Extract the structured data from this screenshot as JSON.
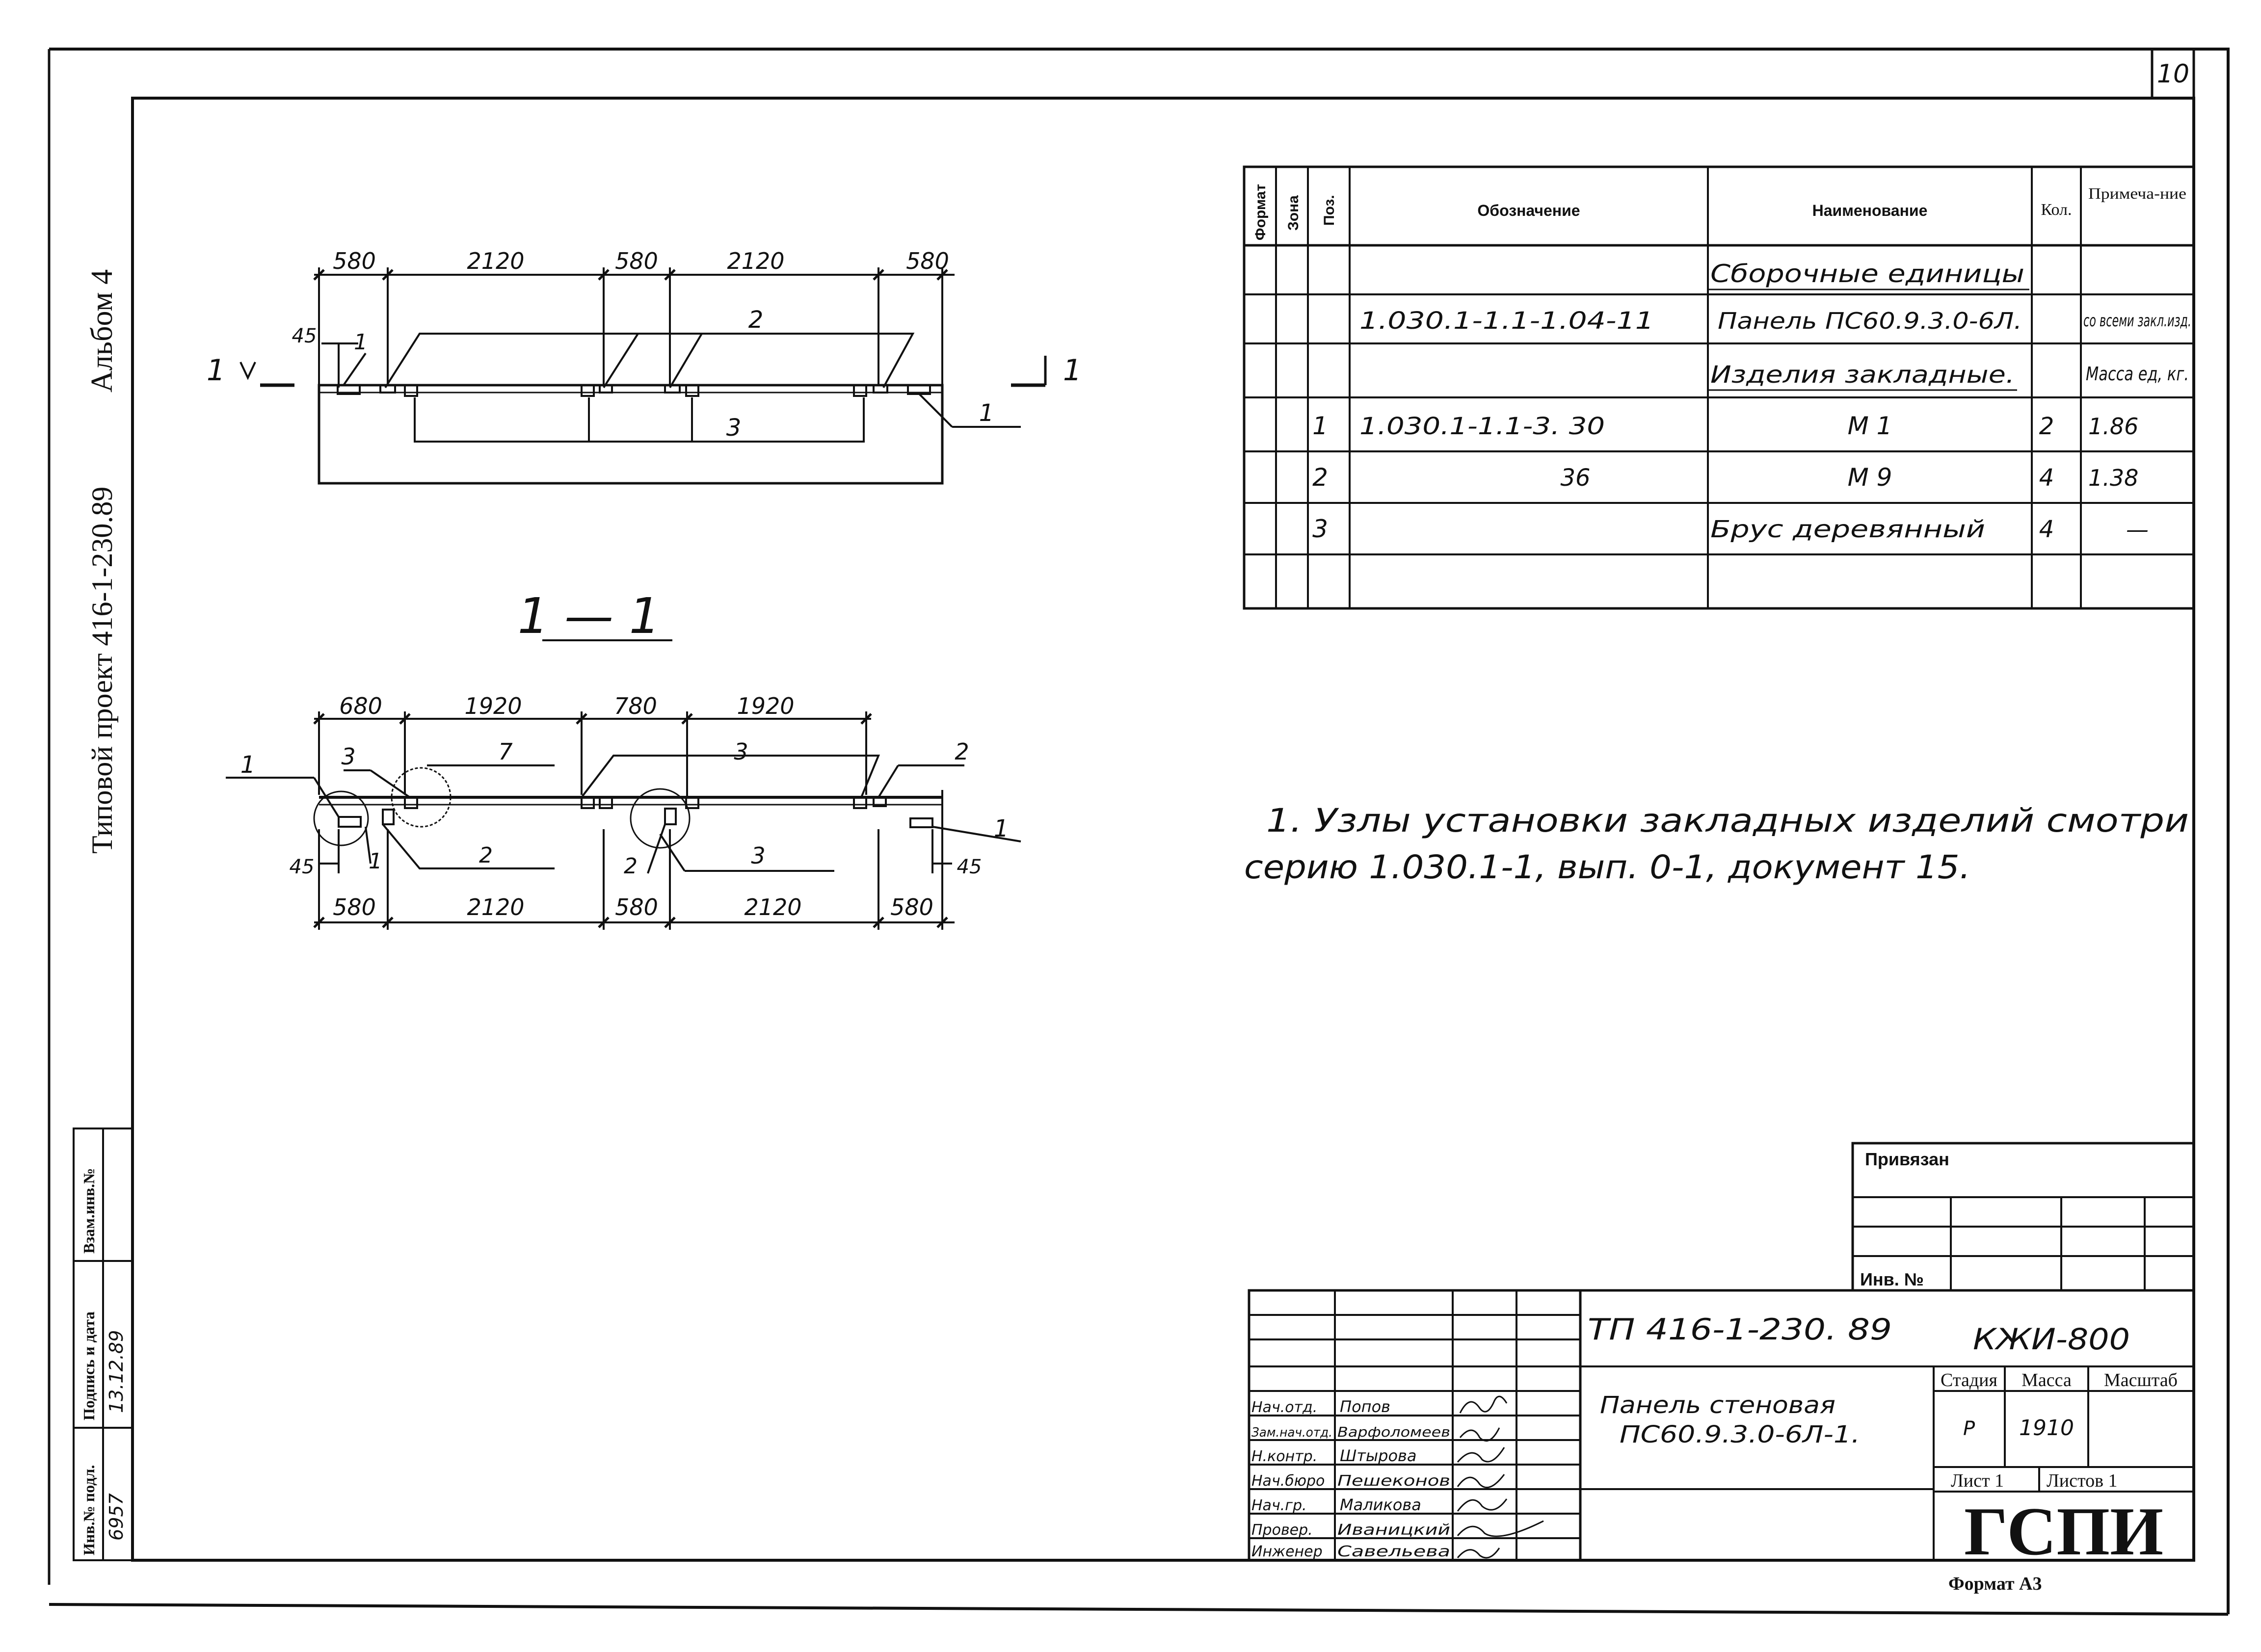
{
  "sheet_number": "10",
  "left_margin": {
    "album": "Альбом 4",
    "project": "Типовой проект 416-1-230.89"
  },
  "left_stamp": {
    "headers": [
      "Инв.№ подл.",
      "Подпись и дата",
      "Взам.инв.№"
    ],
    "values": [
      "6957",
      "13.12.89",
      ""
    ]
  },
  "plan_view": {
    "dims_top": [
      "580",
      "2120",
      "580",
      "2120",
      "580"
    ],
    "dim_45": "45",
    "section_left": "1",
    "section_right": "1",
    "callouts": [
      "1",
      "2",
      "3",
      "1"
    ]
  },
  "section_title": "1 — 1",
  "section_view": {
    "dims_top": [
      "680",
      "1920",
      "780",
      "1920"
    ],
    "dims_bottom": [
      "580",
      "2120",
      "580",
      "2120",
      "580"
    ],
    "dim_45_left": "45",
    "dim_45_right": "45",
    "callouts": [
      "1",
      "3",
      "7",
      "3",
      "2",
      "1",
      "1",
      "2",
      "2",
      "3"
    ]
  },
  "spec_table": {
    "headers": [
      "Формат",
      "Зона",
      "Поз.",
      "Обозначение",
      "Наименование",
      "Кол.",
      "Примеча-ние"
    ],
    "rows": [
      {
        "pos": "",
        "designation": "",
        "name": "Сборочные единицы",
        "qty": "",
        "note": ""
      },
      {
        "pos": "",
        "designation": "1.030.1-1.1-1.04-11",
        "name": "Панель ПС60.9.3.0-6Л.",
        "qty": "",
        "note": "со всеми закл.изд."
      },
      {
        "pos": "",
        "designation": "",
        "name": "Изделия закладные.",
        "qty": "",
        "note": "Масса ед, кг."
      },
      {
        "pos": "1",
        "designation": "1.030.1-1.1-3. 30",
        "name": "М 1",
        "qty": "2",
        "note": "1.86"
      },
      {
        "pos": "2",
        "designation": "36",
        "name": "М 9",
        "qty": "4",
        "note": "1.38"
      },
      {
        "pos": "3",
        "designation": "",
        "name": "Брус деревянный",
        "qty": "4",
        "note": "—"
      }
    ]
  },
  "note": {
    "line1": "1. Узлы установки закладных изделий смотри",
    "line2": "серию 1.030.1-1, вып. 0-1, документ 15."
  },
  "binding_block": {
    "title": "Привязан",
    "inv_label": "Инв. №"
  },
  "title_block": {
    "code": "ТП 416-1-230. 89",
    "drawing_code": "КЖИ-800",
    "product_name_1": "Панель стеновая",
    "product_name_2": "ПС60.9.3.0-6Л-1.",
    "stage_header": "Стадия",
    "mass_header": "Масса",
    "scale_header": "Масштаб",
    "stage_value": "Р",
    "mass_value": "1910",
    "sheet_label": "Лист 1",
    "sheets_label": "Листов 1",
    "org": "ГСПИ",
    "format": "Формат А3",
    "signatures": [
      {
        "role": "Нач.отд.",
        "name": "Попов"
      },
      {
        "role": "Зам.нач.отд.",
        "name": "Варфоломеев"
      },
      {
        "role": "Н.контр.",
        "name": "Штырова"
      },
      {
        "role": "Нач.бюро",
        "name": "Пешеконов"
      },
      {
        "role": "Нач.гр.",
        "name": "Маликова"
      },
      {
        "role": "Провер.",
        "name": "Иваницкий"
      },
      {
        "role": "Инженер",
        "name": "Савельева"
      }
    ]
  }
}
